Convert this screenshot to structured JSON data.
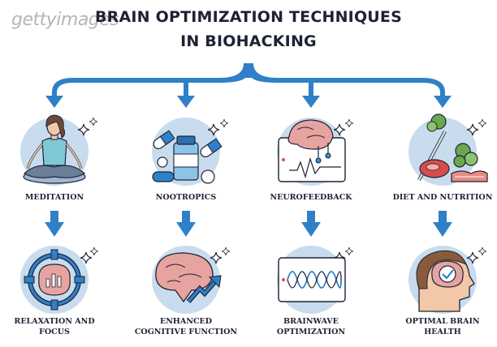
{
  "watermark": "gettyimages",
  "title": {
    "line1": "BRAIN OPTIMIZATION TECHNIQUES",
    "line2": "IN BIOHACKING"
  },
  "techniques": [
    {
      "label": "MEDITATION",
      "icon": "meditation-person-icon"
    },
    {
      "label": "NOOTROPICS",
      "icon": "pills-bottle-icon"
    },
    {
      "label": "NEUROFEEDBACK",
      "icon": "brain-monitor-icon"
    },
    {
      "label": "DIET AND NUTRITION",
      "icon": "food-plate-icon"
    }
  ],
  "outcomes": [
    {
      "label_line1": "RELAXATION AND",
      "label_line2": "FOCUS",
      "icon": "target-brain-icon"
    },
    {
      "label_line1": "ENHANCED",
      "label_line2": "COGNITIVE FUNCTION",
      "icon": "brain-growth-icon"
    },
    {
      "label_line1": "BRAINWAVE",
      "label_line2": "OPTIMIZATION",
      "icon": "brainwave-screen-icon"
    },
    {
      "label_line1": "OPTIMAL BRAIN",
      "label_line2": "HEALTH",
      "icon": "head-check-icon"
    }
  ],
  "colors": {
    "arrow": "#2f80c8",
    "circle": "#c8dcee",
    "outline": "#1d2233",
    "brain": "#e7a3a0",
    "accent": "#3a8fd6"
  }
}
